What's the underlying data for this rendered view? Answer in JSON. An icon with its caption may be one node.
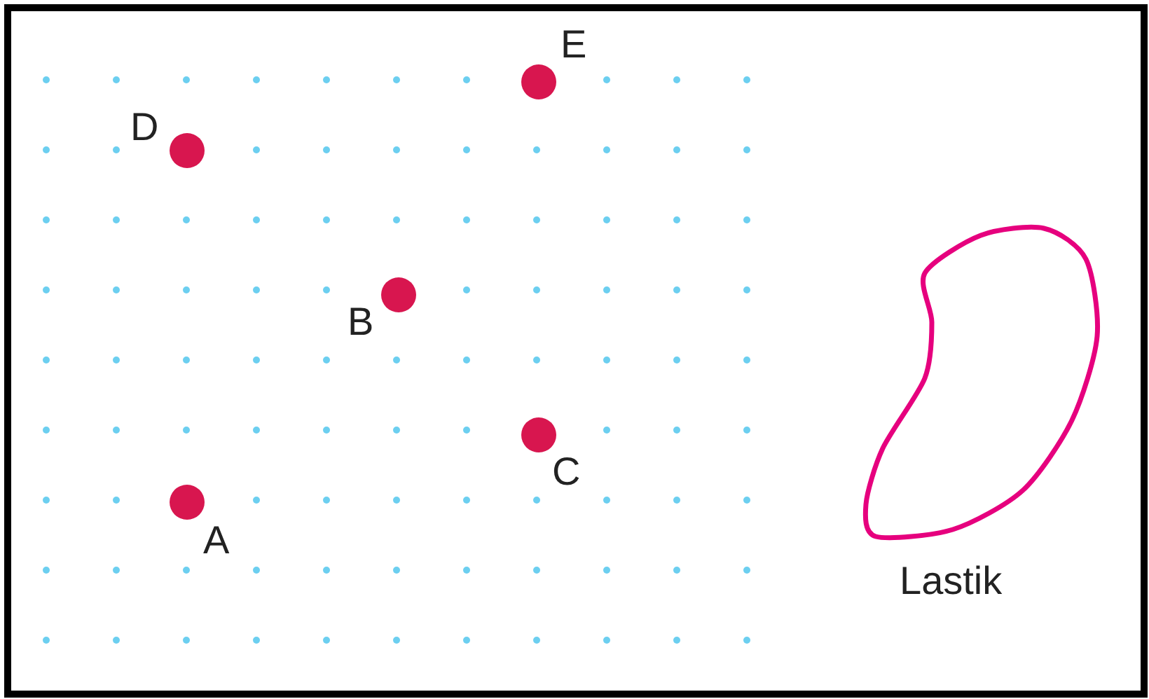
{
  "diagram": {
    "nodes": [
      {
        "text": [
          "E"
        ]
      },
      {
        "text": [
          "D"
        ]
      },
      {
        "text": [
          "B"
        ]
      },
      {
        "text": [
          "C"
        ]
      },
      {
        "text": [
          "A"
        ]
      },
      {
        "text": [
          "Lastik"
        ]
      }
    ]
  }
}
